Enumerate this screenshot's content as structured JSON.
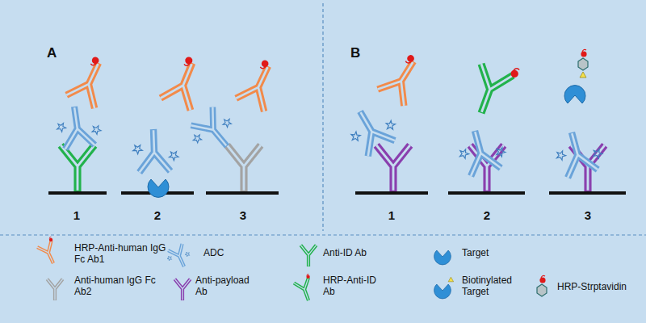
{
  "diagram": {
    "labels": [
      "A",
      "B",
      "1",
      "2",
      "3",
      "1",
      "2",
      "3"
    ],
    "legend": [
      {
        "text": "HRP-Anti-human IgG Fc Ab1"
      },
      {
        "text": "ADC"
      },
      {
        "text": "Anti-ID Ab"
      },
      {
        "text": "Target"
      },
      {
        "text": "Anti-human IgG Fc Ab2"
      },
      {
        "text": "Anti-payload Ab"
      },
      {
        "text": "HRP-Anti-ID Ab"
      },
      {
        "text": "Biotinylated Target"
      },
      {
        "text": "HRP-Strptavidin"
      }
    ]
  }
}
